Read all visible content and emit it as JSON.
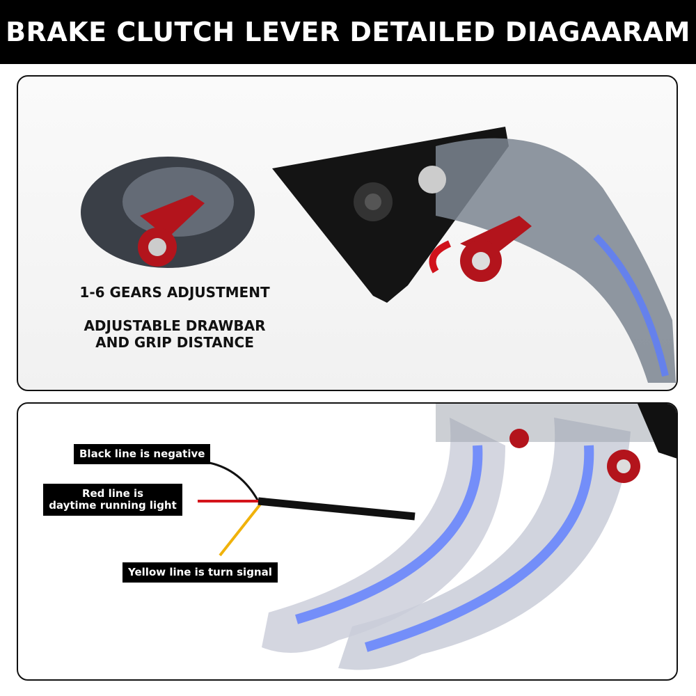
{
  "title": "BRAKE CLUTCH LEVER DETAILED DIAGAARAM",
  "top_panel": {
    "feature_1": "1-6 GEARS ADJUSTMENT",
    "feature_2_line1": "ADJUSTABLE DRAWBAR",
    "feature_2_line2": "AND GRIP DISTANCE"
  },
  "bottom_panel": {
    "black_wire": "Black line is negative",
    "red_wire_line1": "Red line is",
    "red_wire_line2": "daytime running light",
    "yellow_wire": "Yellow line is turn signal"
  },
  "colors": {
    "adjuster_red": "#b3141c",
    "led_blue": "#5b7cff",
    "lever_grey": "#7b8591"
  }
}
